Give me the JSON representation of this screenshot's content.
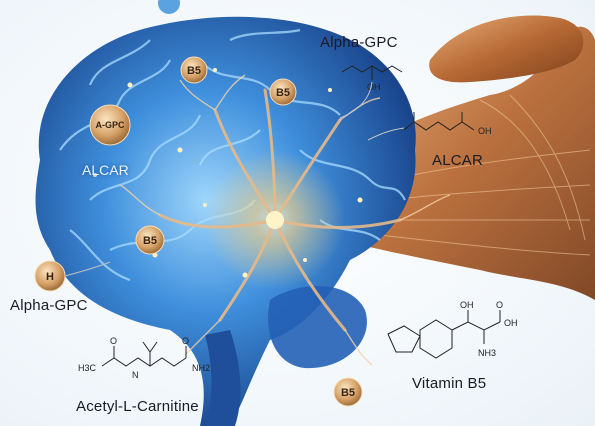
{
  "labels": {
    "alpha_gpc_top": "Alpha-GPC",
    "alcar_right": "ALCAR",
    "alcar_brain": "ALCAR",
    "alpha_gpc_left": "Alpha-GPC",
    "acetyl_l_carnitine": "Acetyl-L-Carnitine",
    "vitamin_b5": "Vitamin B5"
  },
  "badges": {
    "b5_top_left": "B5",
    "b5_top_center": "B5",
    "a_gpc": "A-GPC",
    "b5_mid": "B5",
    "b5_bottom": "B5",
    "h_left": "H"
  },
  "structures": {
    "alpha_gpc_oh": "OH",
    "alcar_oh": "OH",
    "acetyl_h3c": "H3C",
    "acetyl_n": "N",
    "acetyl_nh2": "NH2",
    "acetyl_o1": "O",
    "acetyl_o2": "O",
    "b5_oh1": "OH",
    "b5_oh2": "OH",
    "b5_nh3": "NH3",
    "b5_o": "O"
  },
  "colors": {
    "brain_dark": "#1b4fa3",
    "brain_light": "#62b8f2",
    "glow": "#ffe6a8",
    "muscle": "#b9703e",
    "badge_gold": "#d7a86c"
  }
}
